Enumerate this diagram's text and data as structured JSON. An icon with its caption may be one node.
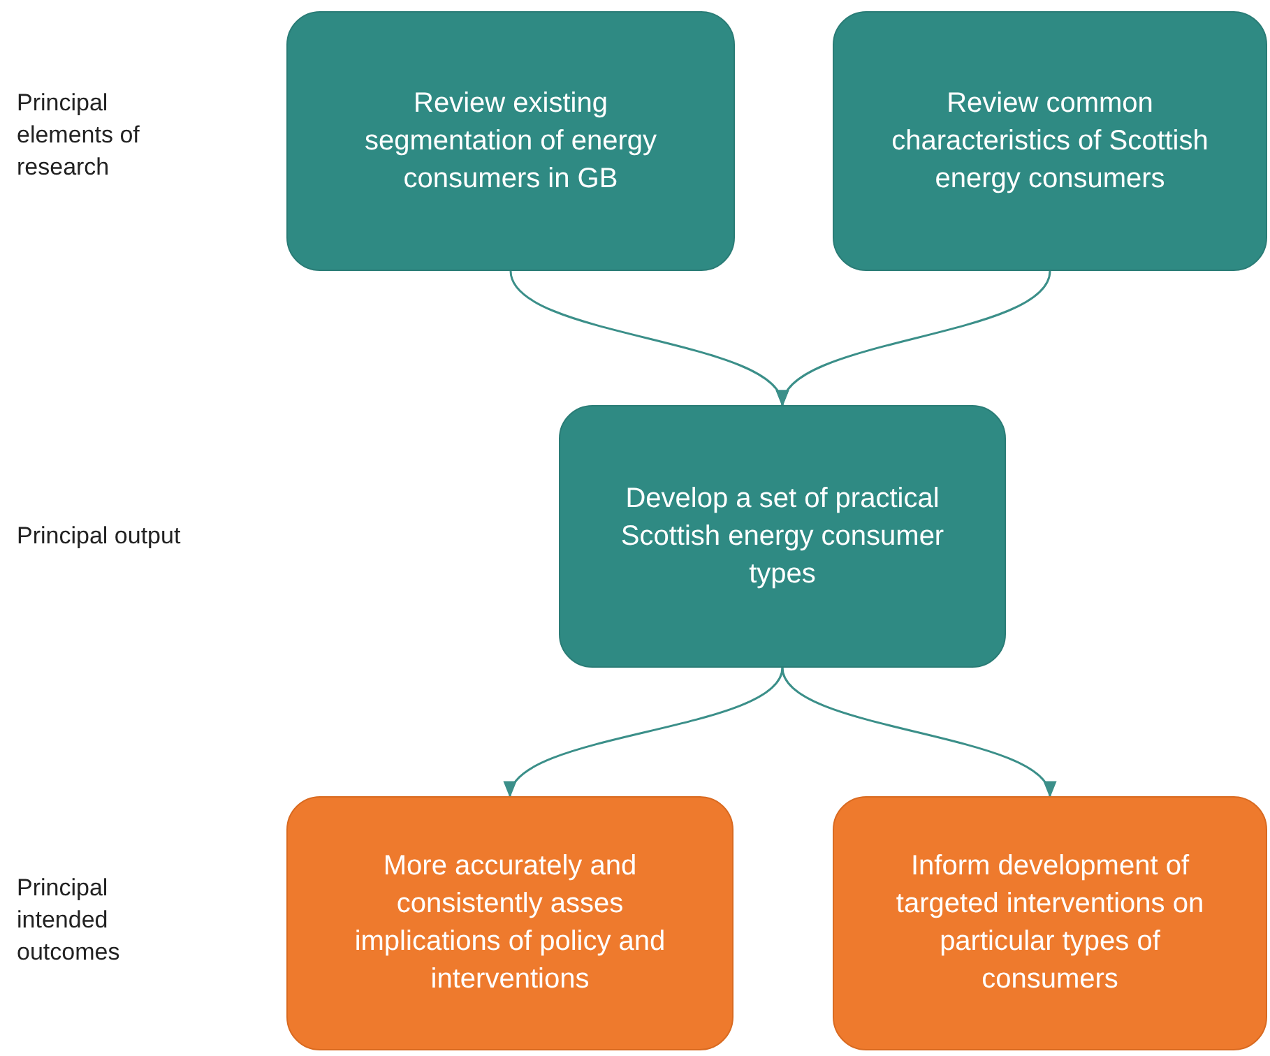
{
  "diagram": {
    "nodes": [
      {
        "text": [
          "Review existing segmentation of energy consumers in GB"
        ]
      },
      {
        "text": [
          "Review common characteristics of Scottish energy consumers"
        ]
      },
      {
        "text": [
          "Develop a set of practical Scottish energy consumer types"
        ]
      },
      {
        "text": [
          "More accurately and consistently asses implications of policy and interventions"
        ]
      },
      {
        "text": [
          "Inform development of targeted interventions on particular types of consumers"
        ]
      }
    ],
    "edges": [
      {
        "from": 0,
        "to": 2,
        "arrow": "to"
      },
      {
        "from": 1,
        "to": 2,
        "arrow": "to"
      },
      {
        "from": 2,
        "to": 3,
        "arrow": "to"
      },
      {
        "from": 2,
        "to": 4,
        "arrow": "to"
      }
    ],
    "labels": [
      "Principal elements of research",
      "Principal output",
      "Principal intended outcomes"
    ]
  }
}
